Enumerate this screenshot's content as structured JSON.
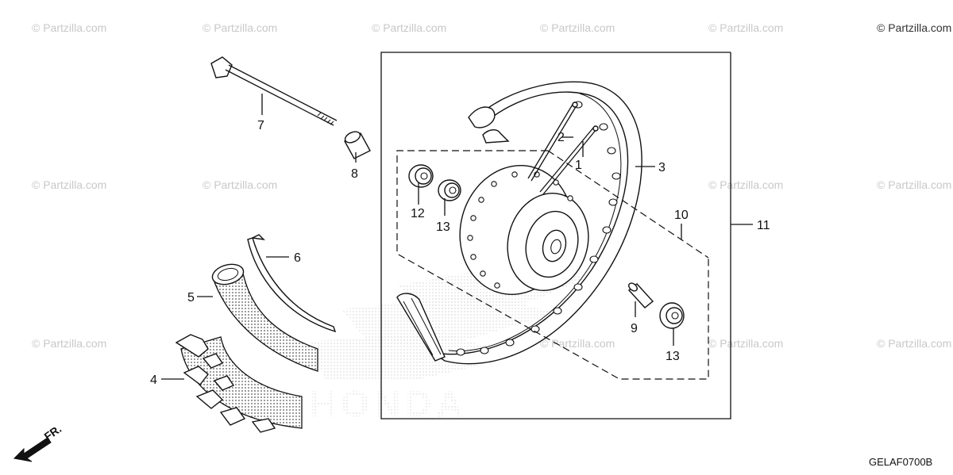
{
  "watermark": "© Partzilla.com",
  "drawing_code": "GELAF0700B",
  "direction_label": "FR.",
  "background_logo": "HONDA",
  "callouts": [
    "1",
    "2",
    "3",
    "4",
    "5",
    "6",
    "7",
    "8",
    "9",
    "10",
    "11",
    "12",
    "13",
    "13"
  ]
}
